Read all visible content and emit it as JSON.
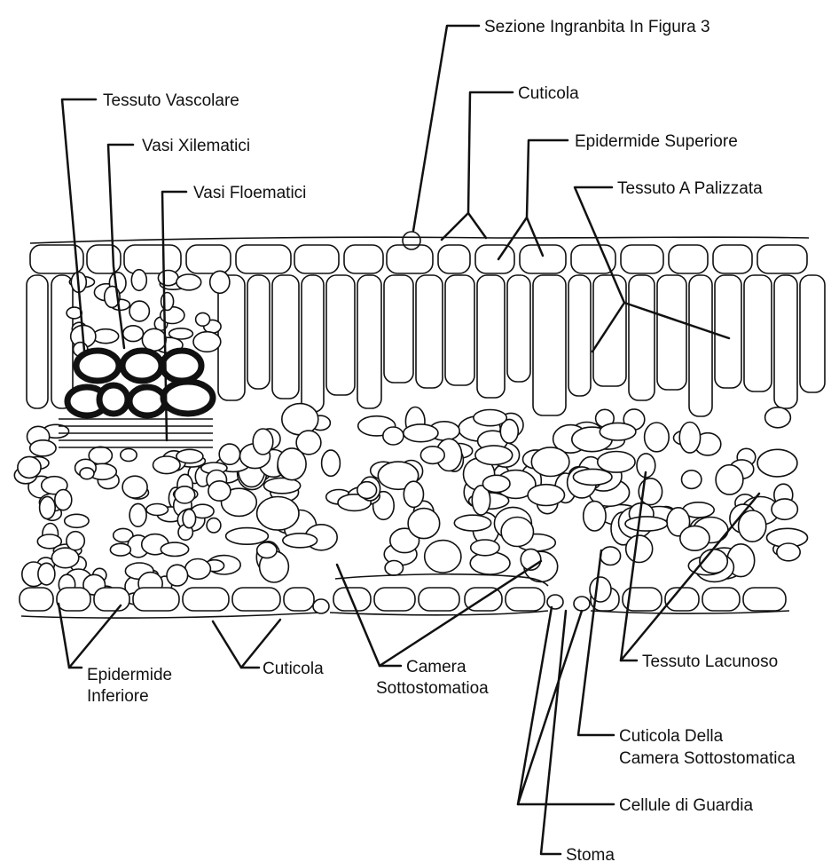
{
  "labels": {
    "sezione": "Sezione Ingranbita In Figura 3",
    "tessuto_vascolare": "Tessuto Vascolare",
    "cuticola_sup": "Cuticola",
    "vasi_xilematici": "Vasi Xilematici",
    "epidermide_superiore": "Epidermide Superiore",
    "vasi_floematici": "Vasi Floematici",
    "tessuto_palizzata": "Tessuto A Palizzata",
    "epidermide_inferiore_1": "Epidermide",
    "epidermide_inferiore_2": "Inferiore",
    "cuticola_inf": "Cuticola",
    "camera_1": "Camera",
    "camera_2": "Sottostomatioa",
    "tessuto_lacunoso": "Tessuto Lacunoso",
    "cuticola_camera_1": "Cuticola Della",
    "cuticola_camera_2": "Camera Sottostomatica",
    "cellule_guardia": "Cellule di Guardia",
    "stoma": "Stoma"
  }
}
